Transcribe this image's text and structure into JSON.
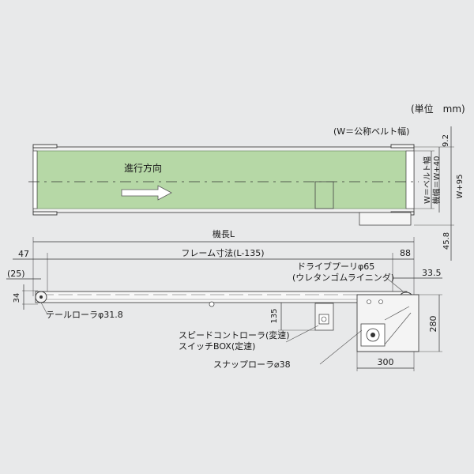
{
  "unit_label": "(単位　mm)",
  "top_view": {
    "nominal_width_note": "(W＝公称ベルト幅)",
    "direction_label": "進行方向",
    "dim_right_top": "9.2",
    "dim_belt_width": "W＝ベルト幅",
    "dim_frame_width": "機幅＝W+40",
    "dim_total_width": "W+95",
    "dim_right_bottom": "45.8"
  },
  "side_view": {
    "machine_length": "機長L",
    "dim_left_47": "47",
    "frame_length": "フレーム寸法(L-135)",
    "dim_right_88": "88",
    "dim_left_25": "(25)",
    "drive_pulley": "ドライブプーリφ65",
    "drive_lining": "(ウレタンゴムライニング)",
    "dim_33_5": "33.5",
    "dim_34": "34",
    "tail_roller": "テールローラφ31.8",
    "dim_135": "135",
    "dim_280": "280",
    "speed_controller": "スピードコントローラ(変速)",
    "switch_box": "スイッチBOX(定速)",
    "snap_roller": "スナップローラ⌀38",
    "dim_300": "300"
  },
  "colors": {
    "belt": "#b6d8a6",
    "belt_stroke": "#6f8f66",
    "background": "#e8e9ea"
  }
}
